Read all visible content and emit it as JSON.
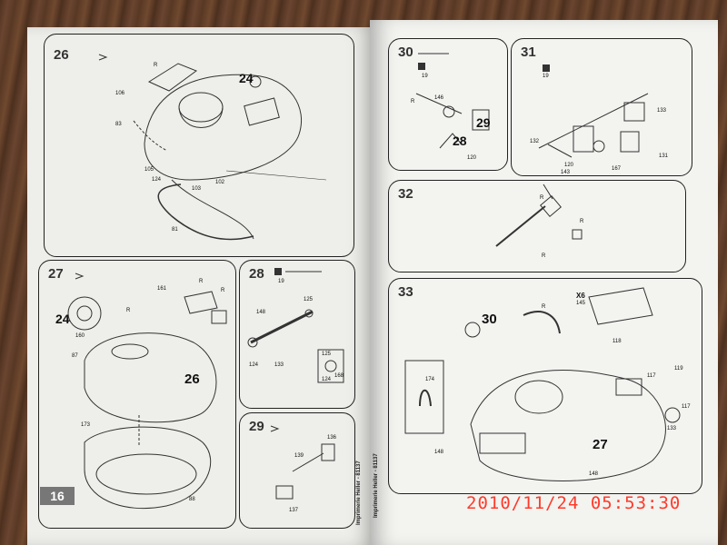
{
  "left_page": {
    "steps": [
      {
        "number": "26",
        "labels": [
          "R",
          "106",
          "24",
          "83",
          "105",
          "124",
          "103",
          "102",
          "81"
        ]
      },
      {
        "number": "27",
        "labels": [
          "161",
          "R",
          "R",
          "24",
          "160",
          "R",
          "87",
          "26",
          "173",
          "88"
        ]
      },
      {
        "number": "28",
        "labels": [
          "19",
          "125",
          "148",
          "124",
          "133",
          "125",
          "168",
          "124"
        ]
      },
      {
        "number": "29",
        "labels": [
          "136",
          "139",
          "137"
        ]
      }
    ],
    "page_number": "16",
    "printer_credit": "Imprimerie Heller - 81137"
  },
  "right_page": {
    "steps": [
      {
        "number": "30",
        "labels": [
          "19",
          "R",
          "146",
          "29",
          "28",
          "120"
        ]
      },
      {
        "number": "31",
        "labels": [
          "19",
          "133",
          "132",
          "143",
          "120",
          "131",
          "167"
        ]
      },
      {
        "number": "32",
        "labels": [
          "R",
          "R",
          "R"
        ]
      },
      {
        "number": "33",
        "labels": [
          "R",
          "X6",
          "145",
          "30",
          "118",
          "174",
          "117",
          "119",
          "117",
          "133",
          "148",
          "27",
          "148"
        ]
      }
    ],
    "printer_credit": "Imprimerie Heller - 81137"
  },
  "date_stamp": "2010/11/24  05:53:30"
}
